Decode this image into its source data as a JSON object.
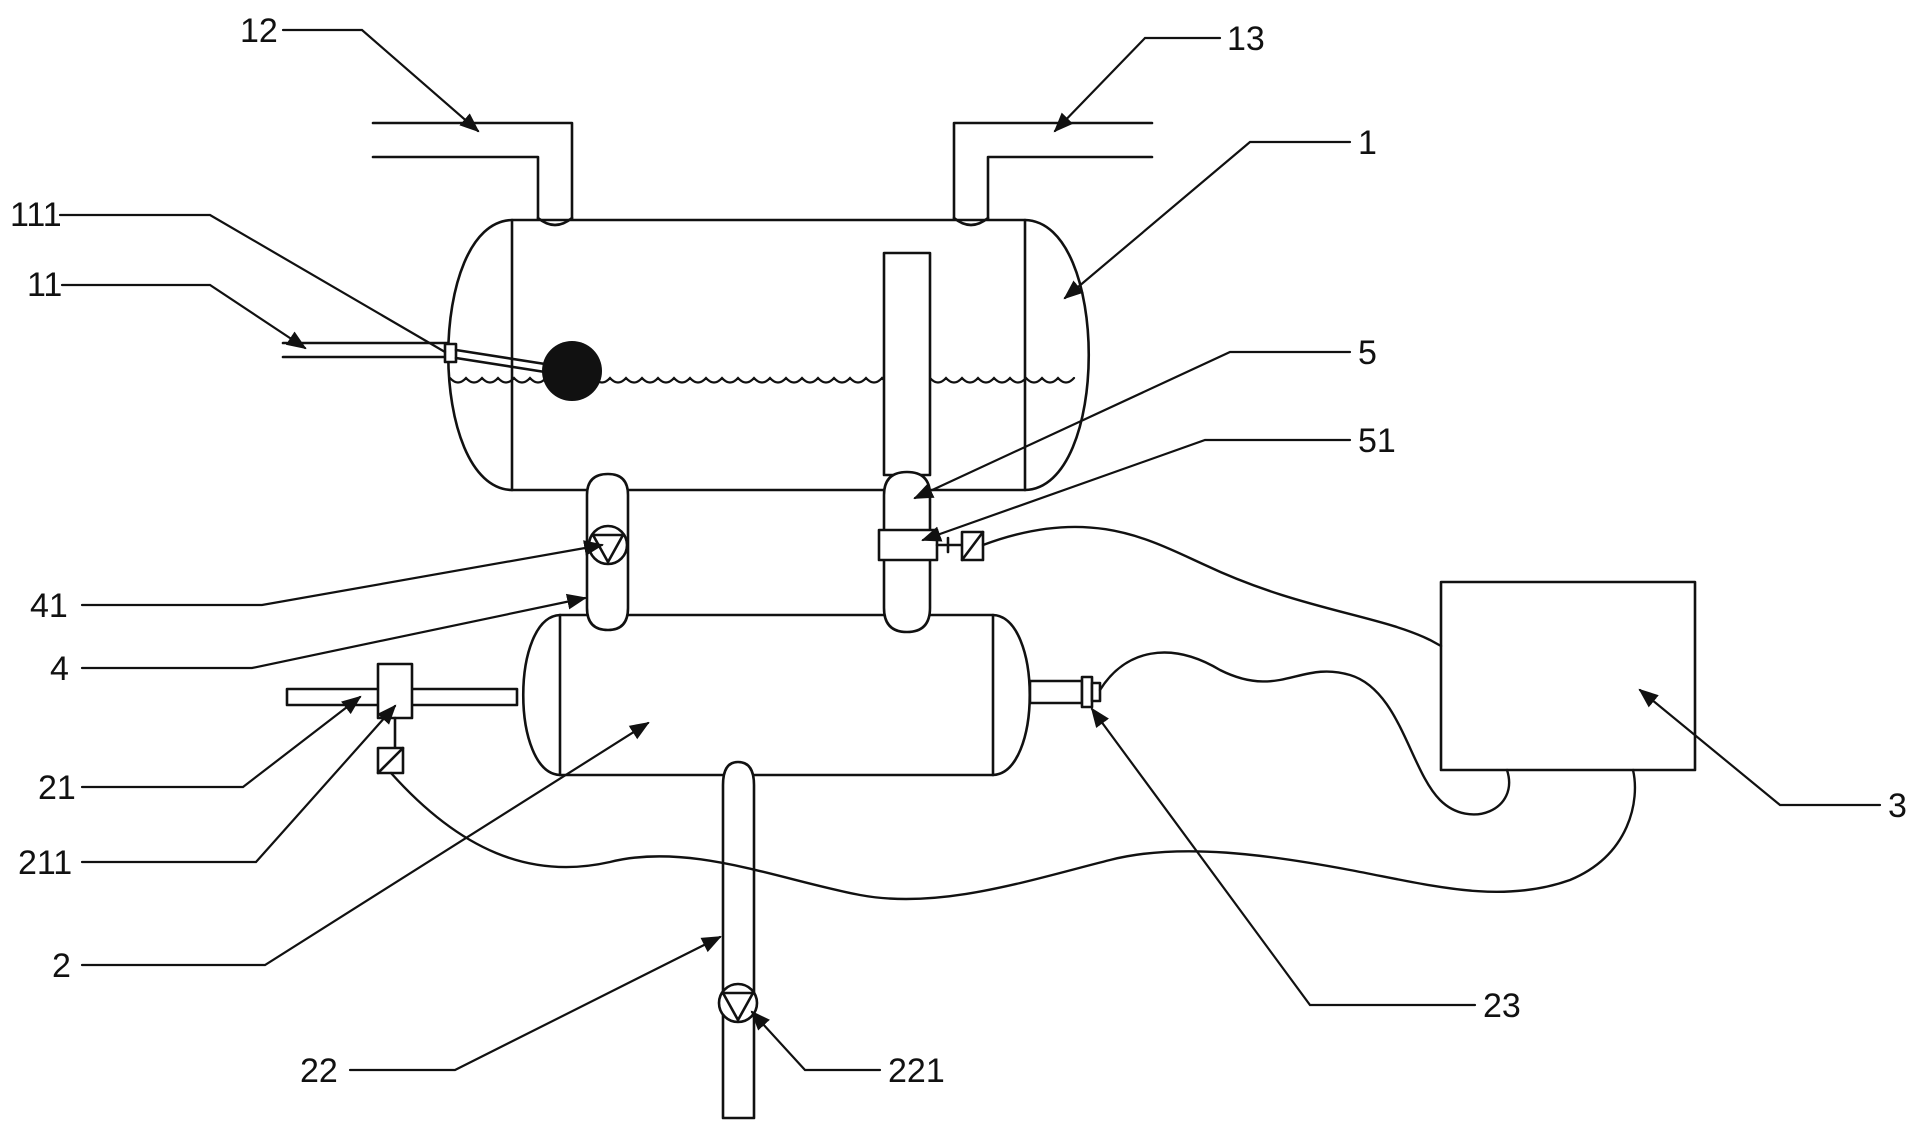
{
  "diagram": {
    "labels": {
      "l12": "12",
      "l13": "13",
      "l111": "111",
      "l11": "11",
      "l1": "1",
      "l5": "5",
      "l51": "51",
      "l41": "41",
      "l4": "4",
      "l21": "21",
      "l211": "211",
      "l2": "2",
      "l22": "22",
      "l221": "221",
      "l23": "23",
      "l3": "3"
    },
    "colors": {
      "line": "#111111",
      "float_ball": "#111111",
      "background": "#ffffff"
    }
  }
}
